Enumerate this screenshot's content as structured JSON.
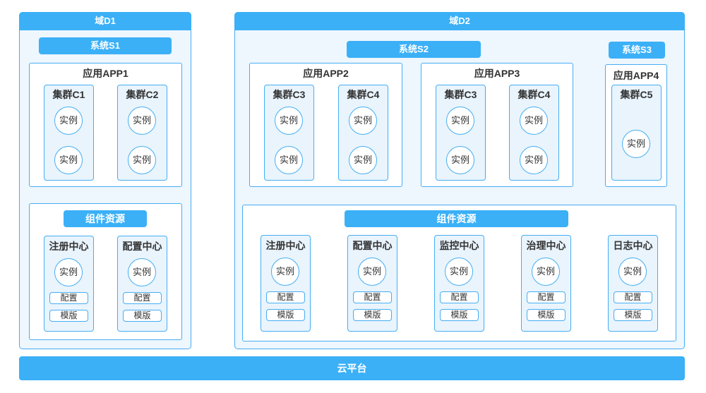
{
  "colors": {
    "accent": "#3bb0f7",
    "border": "#46aef3",
    "panel": "#eef6fe",
    "cluster": "#e9f4fd",
    "text": "#333333"
  },
  "domains": [
    {
      "title": "域D1",
      "systems": [
        "系统S1"
      ],
      "apps": [
        {
          "title": "应用APP1",
          "clusters": [
            {
              "title": "集群C1",
              "instances": [
                "实例",
                "实例"
              ]
            },
            {
              "title": "集群C2",
              "instances": [
                "实例",
                "实例"
              ]
            }
          ]
        }
      ],
      "components": {
        "title": "组件资源",
        "centers": [
          {
            "title": "注册中心",
            "instance": "实例",
            "items": [
              "配置",
              "模版"
            ]
          },
          {
            "title": "配置中心",
            "instance": "实例",
            "items": [
              "配置",
              "模版"
            ]
          }
        ]
      }
    },
    {
      "title": "域D2",
      "systems": [
        "系统S2",
        "系统S3"
      ],
      "apps": [
        {
          "title": "应用APP2",
          "clusters": [
            {
              "title": "集群C3",
              "instances": [
                "实例",
                "实例"
              ]
            },
            {
              "title": "集群C4",
              "instances": [
                "实例",
                "实例"
              ]
            }
          ]
        },
        {
          "title": "应用APP3",
          "clusters": [
            {
              "title": "集群C3",
              "instances": [
                "实例",
                "实例"
              ]
            },
            {
              "title": "集群C4",
              "instances": [
                "实例",
                "实例"
              ]
            }
          ]
        },
        {
          "title": "应用APP4",
          "clusters": [
            {
              "title": "集群C5",
              "instances": [
                "实例"
              ]
            }
          ]
        }
      ],
      "components": {
        "title": "组件资源",
        "centers": [
          {
            "title": "注册中心",
            "instance": "实例",
            "items": [
              "配置",
              "模版"
            ]
          },
          {
            "title": "配置中心",
            "instance": "实例",
            "items": [
              "配置",
              "模版"
            ]
          },
          {
            "title": "监控中心",
            "instance": "实例",
            "items": [
              "配置",
              "模版"
            ]
          },
          {
            "title": "治理中心",
            "instance": "实例",
            "items": [
              "配置",
              "模版"
            ]
          },
          {
            "title": "日志中心",
            "instance": "实例",
            "items": [
              "配置",
              "模版"
            ]
          }
        ]
      }
    }
  ],
  "platform": {
    "label": "云平台"
  }
}
